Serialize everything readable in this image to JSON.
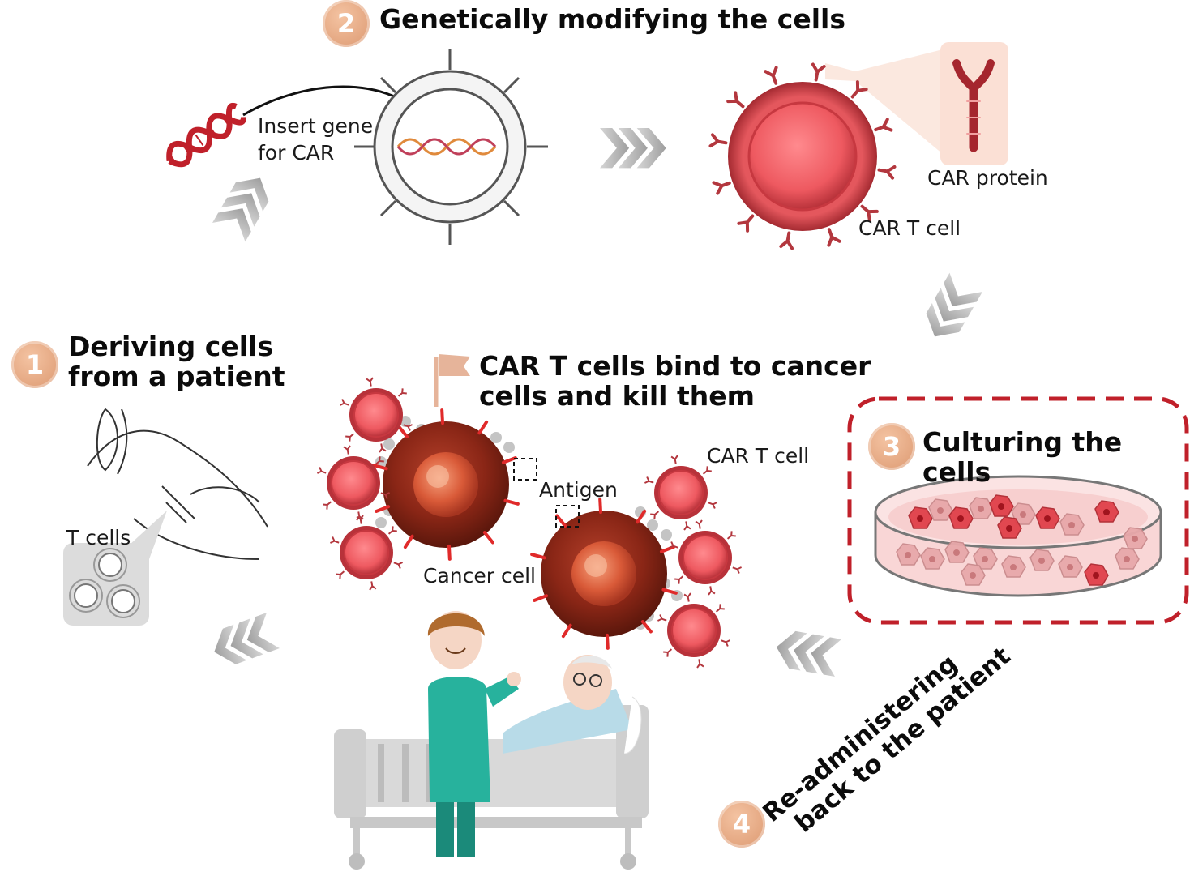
{
  "steps": [
    {
      "number": "1",
      "title_line1": "Deriving cells",
      "title_line2": "from a patient"
    },
    {
      "number": "2",
      "title": "Genetically modifying the cells"
    },
    {
      "number": "3",
      "title": "Culturing the cells"
    },
    {
      "number": "4",
      "title_line1": "Re-administering",
      "title_line2": "back to the patient"
    }
  ],
  "center": {
    "title_line1": "CAR T cells bind to cancer",
    "title_line2": "cells and kill them"
  },
  "labels": {
    "insert_gene_line1": "Insert gene",
    "insert_gene_line2": "for CAR",
    "car_protein": "CAR protein",
    "car_t_cell_top": "CAR T cell",
    "t_cells": "T cells",
    "car_t_cell_center": "CAR T cell",
    "antigen": "Antigen",
    "cancer_cell": "Cancer cell"
  },
  "colors": {
    "badge": "#e3a57f",
    "car_t_cell": "#f0595f",
    "cancer_cell": "#8c2618",
    "dashed_border": "#c0202a",
    "chevron": "#b0b0b0",
    "dna": "#c0202a"
  }
}
